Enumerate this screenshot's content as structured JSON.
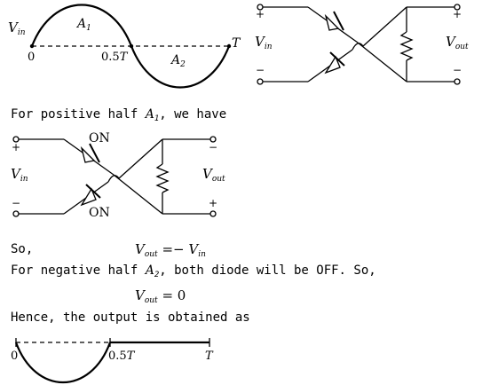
{
  "top_waveform": {
    "vin_label": "V",
    "vin_sub": "in",
    "area1_label": "A",
    "area1_sub": "1",
    "area2_label": "A",
    "area2_sub": "2",
    "tick_zero": "0",
    "tick_half": "0.5",
    "tick_half_T": "T",
    "tick_T": "T"
  },
  "top_circuit": {
    "plus_left": "+",
    "minus_left": "−",
    "plus_right": "+",
    "minus_right": "−",
    "vin_label": "V",
    "vin_sub": "in",
    "vout_label": "V",
    "vout_sub": "out"
  },
  "para1": {
    "text": "For positive half ",
    "area": "A",
    "area_sub": "1",
    "tail": ", we have"
  },
  "mid_circuit": {
    "plus_left": "+",
    "minus_left": "−",
    "minus_right": "−",
    "plus_right": "+",
    "vin_label": "V",
    "vin_sub": "in",
    "vout_label": "V",
    "vout_sub": "out",
    "diode1_state": "ON",
    "diode2_state": "ON"
  },
  "eq1": {
    "lead": "So,",
    "lhs": "V",
    "lhs_sub": "out",
    "op": "=−",
    "rhs": "V",
    "rhs_sub": "in"
  },
  "para2": {
    "text": "For negative half ",
    "area": "A",
    "area_sub": "2",
    "tail": ", both diode will be OFF. So,"
  },
  "eq2": {
    "lhs": "V",
    "lhs_sub": "out",
    "rhs": "= 0"
  },
  "para3": {
    "text": "Hence, the output is obtained as"
  },
  "output_waveform": {
    "tick_zero": "0",
    "tick_half": "0.5",
    "tick_half_T": "T",
    "tick_T": "T"
  }
}
